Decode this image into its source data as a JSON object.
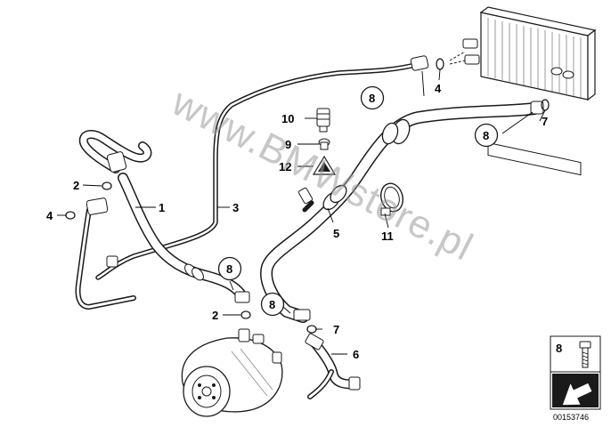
{
  "watermark": "www.BMWstore.pl",
  "diagram_id": "00153746",
  "callouts": {
    "c1": "1",
    "c2a": "2",
    "c2b": "2",
    "c3": "3",
    "c4a": "4",
    "c4b": "4",
    "c5": "5",
    "c6": "6",
    "c7a": "7",
    "c7b": "7",
    "c8a": "8",
    "c8b": "8",
    "c8c": "8",
    "c8d": "8",
    "c9": "9",
    "c10": "10",
    "c11": "11",
    "c12": "12"
  },
  "legend": {
    "number": "8"
  },
  "colors": {
    "line": "#1a1a1a",
    "watermark": "#9a9a9a",
    "arrow": "#ffffff"
  }
}
